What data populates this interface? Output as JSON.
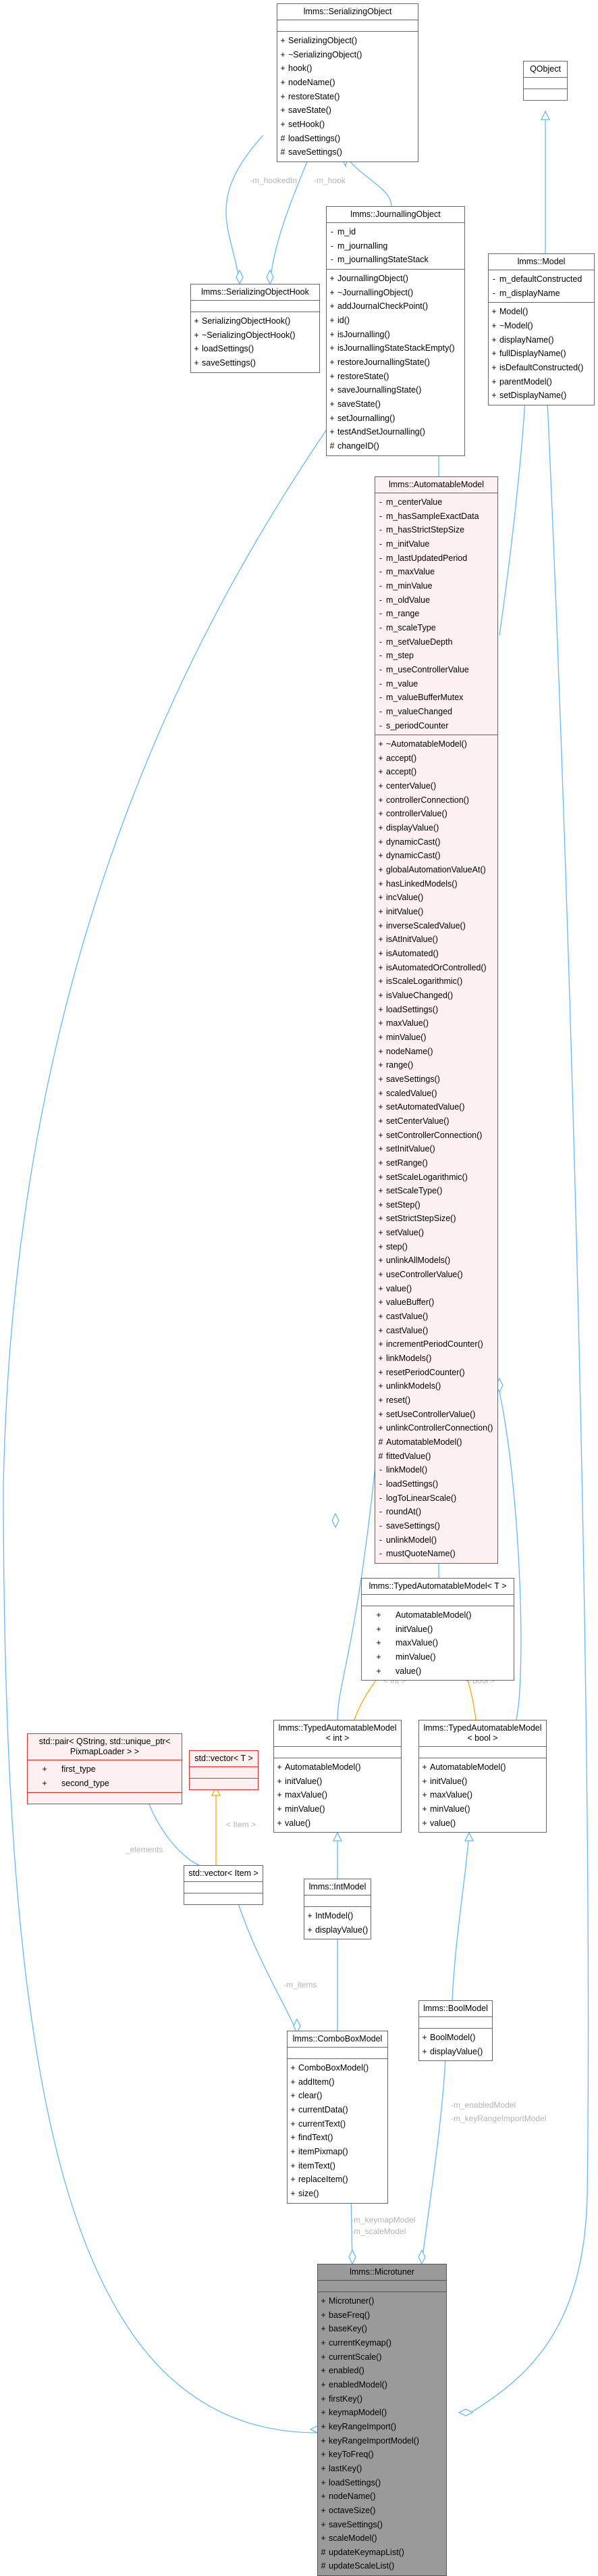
{
  "nodes": {
    "serializing_object": {
      "title": "lmms::SerializingObject",
      "attributes": [],
      "methods": [
        [
          "+",
          "SerializingObject()"
        ],
        [
          "+",
          "~SerializingObject()"
        ],
        [
          "+",
          "hook()"
        ],
        [
          "+",
          "nodeName()"
        ],
        [
          "+",
          "restoreState()"
        ],
        [
          "+",
          "saveState()"
        ],
        [
          "+",
          "setHook()"
        ],
        [
          "#",
          "loadSettings()"
        ],
        [
          "#",
          "saveSettings()"
        ]
      ]
    },
    "qobject": {
      "title": "QObject",
      "attributes": [],
      "methods": []
    },
    "serializing_object_hook": {
      "title": "lmms::SerializingObjectHook",
      "attributes": [],
      "methods": [
        [
          "+",
          "SerializingObjectHook()"
        ],
        [
          "+",
          "~SerializingObjectHook()"
        ],
        [
          "+",
          "loadSettings()"
        ],
        [
          "+",
          "saveSettings()"
        ]
      ]
    },
    "journalling_object": {
      "title": "lmms::JournallingObject",
      "attributes": [
        [
          "-",
          "m_id"
        ],
        [
          "-",
          "m_journalling"
        ],
        [
          "-",
          "m_journallingStateStack"
        ]
      ],
      "methods": [
        [
          "+",
          "JournallingObject()"
        ],
        [
          "+",
          "~JournallingObject()"
        ],
        [
          "+",
          "addJournalCheckPoint()"
        ],
        [
          "+",
          "id()"
        ],
        [
          "+",
          "isJournalling()"
        ],
        [
          "+",
          "isJournallingStateStackEmpty()"
        ],
        [
          "+",
          "restoreJournallingState()"
        ],
        [
          "+",
          "restoreState()"
        ],
        [
          "+",
          "saveJournallingState()"
        ],
        [
          "+",
          "saveState()"
        ],
        [
          "+",
          "setJournalling()"
        ],
        [
          "+",
          "testAndSetJournalling()"
        ],
        [
          "#",
          "changeID()"
        ]
      ]
    },
    "model": {
      "title": "lmms::Model",
      "attributes": [
        [
          "-",
          "m_defaultConstructed"
        ],
        [
          "-",
          "m_displayName"
        ]
      ],
      "methods": [
        [
          "+",
          "Model()"
        ],
        [
          "+",
          "~Model()"
        ],
        [
          "+",
          "displayName()"
        ],
        [
          "+",
          "fullDisplayName()"
        ],
        [
          "+",
          "isDefaultConstructed()"
        ],
        [
          "+",
          "parentModel()"
        ],
        [
          "+",
          "setDisplayName()"
        ]
      ]
    },
    "automatable_model": {
      "title": "lmms::AutomatableModel",
      "attributes": [
        [
          "-",
          "m_centerValue"
        ],
        [
          "-",
          "m_hasSampleExactData"
        ],
        [
          "-",
          "m_hasStrictStepSize"
        ],
        [
          "-",
          "m_initValue"
        ],
        [
          "-",
          "m_lastUpdatedPeriod"
        ],
        [
          "-",
          "m_maxValue"
        ],
        [
          "-",
          "m_minValue"
        ],
        [
          "-",
          "m_oldValue"
        ],
        [
          "-",
          "m_range"
        ],
        [
          "-",
          "m_scaleType"
        ],
        [
          "-",
          "m_setValueDepth"
        ],
        [
          "-",
          "m_step"
        ],
        [
          "-",
          "m_useControllerValue"
        ],
        [
          "-",
          "m_value"
        ],
        [
          "-",
          "m_valueBufferMutex"
        ],
        [
          "-",
          "m_valueChanged"
        ],
        [
          "-",
          "s_periodCounter"
        ]
      ],
      "methods": [
        [
          "+",
          "~AutomatableModel()"
        ],
        [
          "+",
          "accept()"
        ],
        [
          "+",
          "accept()"
        ],
        [
          "+",
          "centerValue()"
        ],
        [
          "+",
          "controllerConnection()"
        ],
        [
          "+",
          "controllerValue()"
        ],
        [
          "+",
          "displayValue()"
        ],
        [
          "+",
          "dynamicCast()"
        ],
        [
          "+",
          "dynamicCast()"
        ],
        [
          "+",
          "globalAutomationValueAt()"
        ],
        [
          "+",
          "hasLinkedModels()"
        ],
        [
          "+",
          "incValue()"
        ],
        [
          "+",
          "initValue()"
        ],
        [
          "+",
          "inverseScaledValue()"
        ],
        [
          "+",
          "isAtInitValue()"
        ],
        [
          "+",
          "isAutomated()"
        ],
        [
          "+",
          "isAutomatedOrControlled()"
        ],
        [
          "+",
          "isScaleLogarithmic()"
        ],
        [
          "+",
          "isValueChanged()"
        ],
        [
          "+",
          "loadSettings()"
        ],
        [
          "+",
          "maxValue()"
        ],
        [
          "+",
          "minValue()"
        ],
        [
          "+",
          "nodeName()"
        ],
        [
          "+",
          "range()"
        ],
        [
          "+",
          "saveSettings()"
        ],
        [
          "+",
          "scaledValue()"
        ],
        [
          "+",
          "setAutomatedValue()"
        ],
        [
          "+",
          "setCenterValue()"
        ],
        [
          "+",
          "setControllerConnection()"
        ],
        [
          "+",
          "setInitValue()"
        ],
        [
          "+",
          "setRange()"
        ],
        [
          "+",
          "setScaleLogarithmic()"
        ],
        [
          "+",
          "setScaleType()"
        ],
        [
          "+",
          "setStep()"
        ],
        [
          "+",
          "setStrictStepSize()"
        ],
        [
          "+",
          "setValue()"
        ],
        [
          "+",
          "step()"
        ],
        [
          "+",
          "unlinkAllModels()"
        ],
        [
          "+",
          "useControllerValue()"
        ],
        [
          "+",
          "value()"
        ],
        [
          "+",
          "valueBuffer()"
        ],
        [
          "+",
          "castValue()"
        ],
        [
          "+",
          "castValue()"
        ],
        [
          "+",
          "incrementPeriodCounter()"
        ],
        [
          "+",
          "linkModels()"
        ],
        [
          "+",
          "resetPeriodCounter()"
        ],
        [
          "+",
          "unlinkModels()"
        ],
        [
          "+",
          "reset()"
        ],
        [
          "+",
          "setUseControllerValue()"
        ],
        [
          "+",
          "unlinkControllerConnection()"
        ],
        [
          "#",
          "AutomatableModel()"
        ],
        [
          "#",
          "fittedValue()"
        ],
        [
          "-",
          "linkModel()"
        ],
        [
          "-",
          "loadSettings()"
        ],
        [
          "-",
          "logToLinearScale()"
        ],
        [
          "-",
          "roundAt()"
        ],
        [
          "-",
          "saveSettings()"
        ],
        [
          "-",
          "unlinkModel()"
        ],
        [
          "-",
          "mustQuoteName()"
        ]
      ]
    },
    "typed_automatable_model_t": {
      "title": "lmms::TypedAutomatableModel< T >",
      "attributes": [],
      "methods": [
        [
          "+",
          "AutomatableModel()"
        ],
        [
          "+",
          "initValue()"
        ],
        [
          "+",
          "maxValue()"
        ],
        [
          "+",
          "minValue()"
        ],
        [
          "+",
          "value()"
        ]
      ]
    },
    "std_pair": {
      "title": "std::pair< QString, std::unique_ptr< PixmapLoader > >",
      "attributes": [
        [
          "+",
          "first_type"
        ],
        [
          "+",
          "second_type"
        ]
      ],
      "methods": []
    },
    "std_vector_t": {
      "title": "std::vector< T >",
      "attributes": [],
      "methods": []
    },
    "typed_automatable_model_int": {
      "title": "lmms::TypedAutomatableModel\n< int >",
      "attributes": [],
      "methods": [
        [
          "+",
          "AutomatableModel()"
        ],
        [
          "+",
          "initValue()"
        ],
        [
          "+",
          "maxValue()"
        ],
        [
          "+",
          "minValue()"
        ],
        [
          "+",
          "value()"
        ]
      ]
    },
    "typed_automatable_model_bool": {
      "title": "lmms::TypedAutomatableModel\n< bool >",
      "attributes": [],
      "methods": [
        [
          "+",
          "AutomatableModel()"
        ],
        [
          "+",
          "initValue()"
        ],
        [
          "+",
          "maxValue()"
        ],
        [
          "+",
          "minValue()"
        ],
        [
          "+",
          "value()"
        ]
      ]
    },
    "std_vector_item": {
      "title": "std::vector< Item >",
      "attributes": [],
      "methods": []
    },
    "int_model": {
      "title": "lmms::IntModel",
      "attributes": [],
      "methods": [
        [
          "+",
          "IntModel()"
        ],
        [
          "+",
          "displayValue()"
        ]
      ]
    },
    "bool_model": {
      "title": "lmms::BoolModel",
      "attributes": [],
      "methods": [
        [
          "+",
          "BoolModel()"
        ],
        [
          "+",
          "displayValue()"
        ]
      ]
    },
    "combo_box_model": {
      "title": "lmms::ComboBoxModel",
      "attributes": [],
      "methods": [
        [
          "+",
          "ComboBoxModel()"
        ],
        [
          "+",
          "addItem()"
        ],
        [
          "+",
          "clear()"
        ],
        [
          "+",
          "currentData()"
        ],
        [
          "+",
          "currentText()"
        ],
        [
          "+",
          "findText()"
        ],
        [
          "+",
          "itemPixmap()"
        ],
        [
          "+",
          "itemText()"
        ],
        [
          "+",
          "replaceItem()"
        ],
        [
          "+",
          "size()"
        ]
      ]
    },
    "microtuner": {
      "title": "lmms::Microtuner",
      "attributes": [],
      "methods": [
        [
          "+",
          "Microtuner()"
        ],
        [
          "+",
          "baseFreq()"
        ],
        [
          "+",
          "baseKey()"
        ],
        [
          "+",
          "currentKeymap()"
        ],
        [
          "+",
          "currentScale()"
        ],
        [
          "+",
          "enabled()"
        ],
        [
          "+",
          "enabledModel()"
        ],
        [
          "+",
          "firstKey()"
        ],
        [
          "+",
          "keymapModel()"
        ],
        [
          "+",
          "keyRangeImport()"
        ],
        [
          "+",
          "keyRangeImportModel()"
        ],
        [
          "+",
          "keyToFreq()"
        ],
        [
          "+",
          "lastKey()"
        ],
        [
          "+",
          "loadSettings()"
        ],
        [
          "+",
          "nodeName()"
        ],
        [
          "+",
          "octaveSize()"
        ],
        [
          "+",
          "saveSettings()"
        ],
        [
          "+",
          "scaleModel()"
        ],
        [
          "#",
          "updateKeymapList()"
        ],
        [
          "#",
          "updateScaleList()"
        ]
      ]
    }
  },
  "edge_labels": {
    "hook_a": "-m_hookedIn",
    "hook_b": "-m_hook",
    "int_tpl": "< int >",
    "bool_tpl": "< bool >",
    "elements": "_elements",
    "item_tpl": "< Item >",
    "items": "-m_items",
    "micro_left_1": "-m_keymapModel",
    "micro_left_2": "-m_scaleModel",
    "micro_right_1": "-m_enabledModel",
    "micro_right_2": "-m_keyRangeImportModel"
  }
}
